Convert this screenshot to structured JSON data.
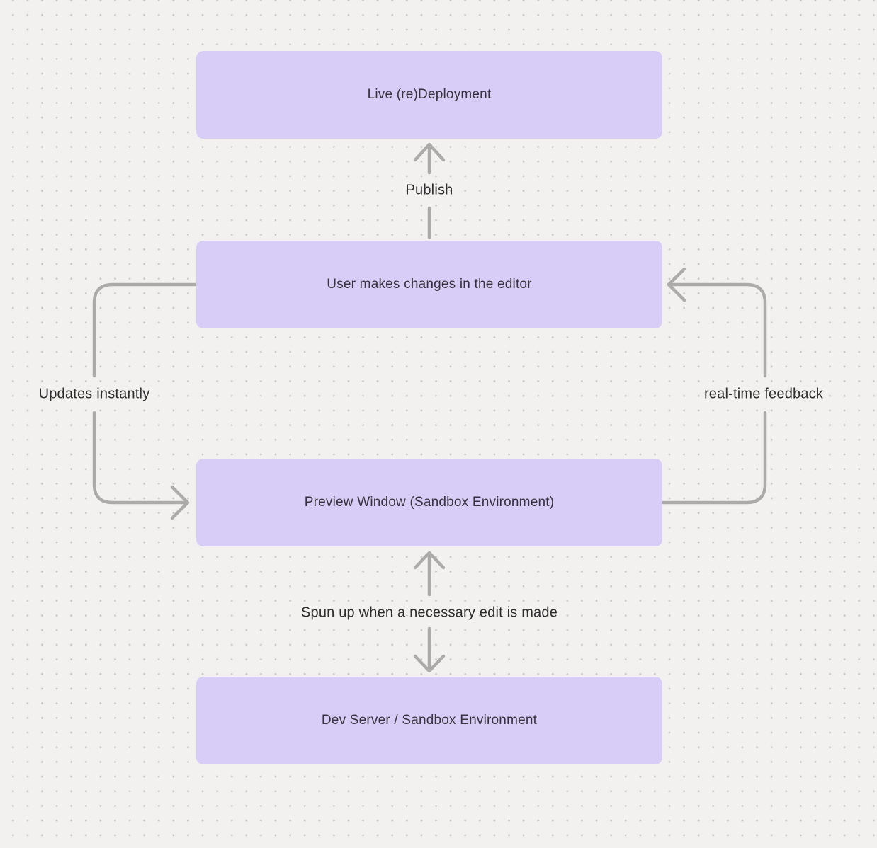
{
  "canvas": {
    "background_color": "#f2f1ef",
    "dot_grid_color": "#c9c7c5"
  },
  "palette": {
    "node_fill": "#d7cdf6",
    "node_text": "#38333c",
    "edge_color": "#adabaa",
    "label_text": "#2e2e2e"
  },
  "nodes": [
    {
      "id": "live-redeployment",
      "label": "Live (re)Deployment"
    },
    {
      "id": "user-editor",
      "label": "User makes changes in the editor"
    },
    {
      "id": "preview-window",
      "label": "Preview Window (Sandbox Environment)"
    },
    {
      "id": "dev-server",
      "label": "Dev Server / Sandbox Environment"
    }
  ],
  "edges": [
    {
      "id": "publish",
      "label": "Publish",
      "from": "user-editor",
      "to": "live-redeployment",
      "direction": "up"
    },
    {
      "id": "updates-instantly",
      "label": "Updates instantly",
      "from": "user-editor",
      "to": "preview-window",
      "direction": "left-loop-down"
    },
    {
      "id": "real-time-feedback",
      "label": "real-time feedback",
      "from": "preview-window",
      "to": "user-editor",
      "direction": "right-loop-up"
    },
    {
      "id": "spun-up",
      "label": "Spun up when a necessary edit is made",
      "from": "preview-window",
      "to": "dev-server",
      "direction": "bidirectional"
    }
  ]
}
